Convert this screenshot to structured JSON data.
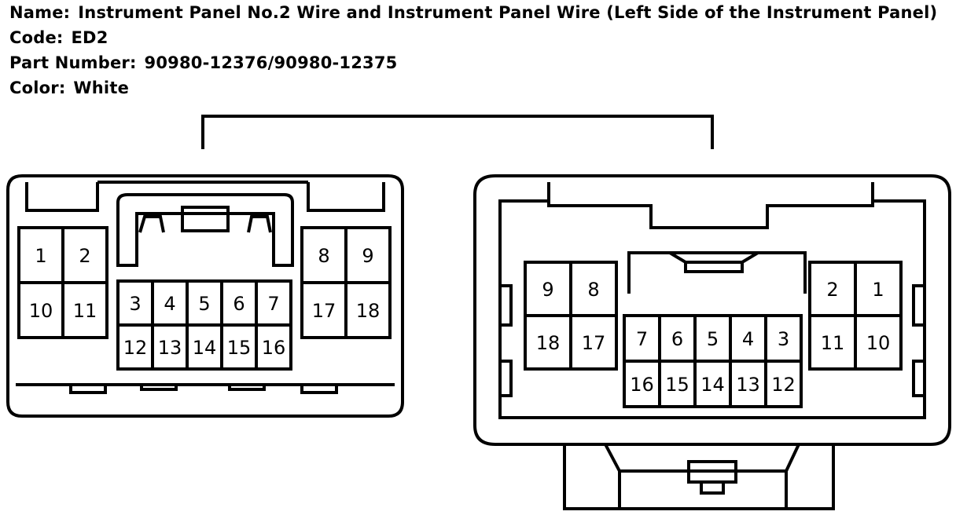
{
  "header": {
    "name_label": "Name:",
    "name_value": "Instrument Panel No.2 Wire and Instrument Panel Wire (Left Side of the Instrument Panel)",
    "code_label": "Code:",
    "code_value": "ED2",
    "part_label": "Part Number:",
    "part_value": "90980-12376/90980-12375",
    "color_label": "Color:",
    "color_value": "White"
  },
  "connectors": {
    "left": {
      "pins_top_left": [
        "1",
        "2",
        "10",
        "11"
      ],
      "pins_top_right": [
        "8",
        "9",
        "17",
        "18"
      ],
      "pins_center": [
        "3",
        "4",
        "5",
        "6",
        "7",
        "12",
        "13",
        "14",
        "15",
        "16"
      ]
    },
    "right": {
      "pins_left": [
        "9",
        "8",
        "18",
        "17"
      ],
      "pins_right": [
        "2",
        "1",
        "11",
        "10"
      ],
      "pins_center": [
        "7",
        "6",
        "5",
        "4",
        "3",
        "16",
        "15",
        "14",
        "13",
        "12"
      ]
    }
  }
}
